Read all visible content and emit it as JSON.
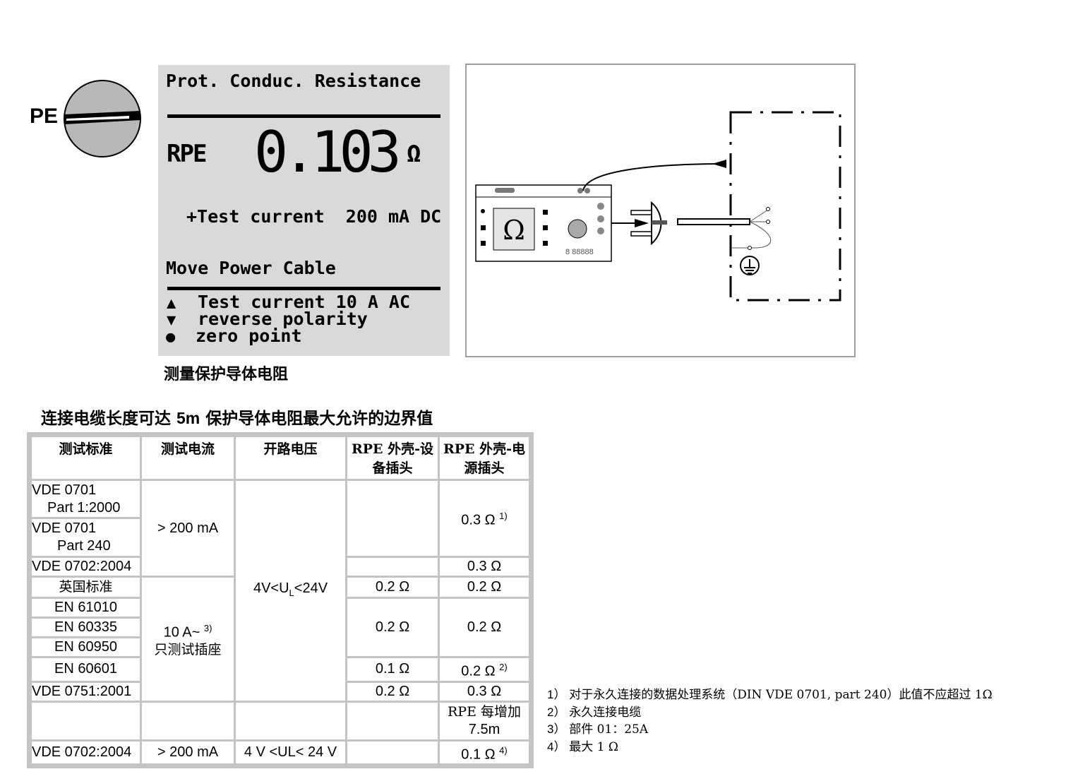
{
  "selector": {
    "label": "PE"
  },
  "lcd": {
    "title": "Prot. Conduc. Resistance",
    "symbol": "RPE",
    "value": "0.103",
    "unit": "Ω",
    "test_current": "+Test current  200 mA DC",
    "instruction": "Move Power Cable",
    "options": [
      "Test current 10 A AC",
      "reverse polarity",
      "zero point"
    ]
  },
  "caption": "测量保护导体电阻",
  "table_title": {
    "pre": "连接电缆长度可达 ",
    "bold": "5m",
    "post": " 保护导体电阻最大允许的边界值"
  },
  "table": {
    "headers": [
      "测试标准",
      "测试电流",
      "开路电压",
      "RPE 外壳-设备插头",
      "RPE 外壳-电源插头"
    ],
    "std": [
      "VDE 0701",
      "Part 1:2000",
      "VDE 0701",
      "Part 240",
      "VDE 0702:2004",
      "英国标准",
      "EN 61010",
      "EN 60335",
      "EN 60950",
      "EN 60601",
      "VDE 0751:2001",
      "VDE 0702:2004"
    ],
    "current": [
      ">  200 mA",
      "10 A~",
      "3)",
      "只测试插座",
      "> 200 mA"
    ],
    "voltage": [
      "4V<U",
      "L",
      "<24V",
      "4 V <UL< 24 V"
    ],
    "device": [
      "0.2 Ω",
      "0.2 Ω",
      "0.1 Ω",
      "0.2 Ω"
    ],
    "mains": [
      "0.3 Ω",
      "1)",
      "0.3 Ω",
      "0.2 Ω",
      "0.2 Ω",
      "0.2 Ω",
      "2)",
      "0.3 Ω",
      "RPE 每增加",
      "7.5m",
      "0.1 Ω",
      "4)"
    ]
  },
  "notes": [
    {
      "n": "1）",
      "t": "对于永久连接的数据处理系统（DIN VDE 0701, part 240）此值不应超过 1Ω"
    },
    {
      "n": "2）",
      "t": "永久连接电缆"
    },
    {
      "n": "3）",
      "t": "部件 01：25A"
    },
    {
      "n": "4）",
      "t": "最大 1 Ω"
    }
  ]
}
